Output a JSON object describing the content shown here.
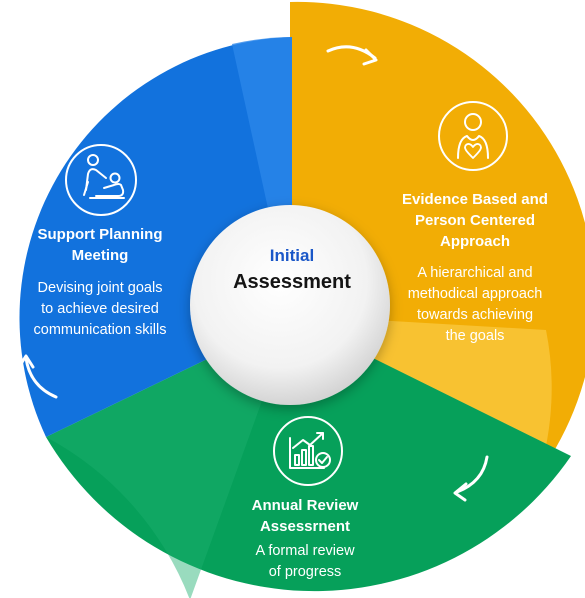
{
  "center": {
    "line1": "Initial",
    "line2": "Assessment"
  },
  "segments": [
    {
      "title": [
        "Evidence Based and",
        "Person Centered",
        "Approach"
      ],
      "description": [
        "A hierarchical and",
        "methodical approach",
        "towards achieving",
        "the goals"
      ],
      "color": "#f2ad05",
      "icon": "person-heart-icon"
    },
    {
      "title": [
        "Annual Review",
        "Assessrnent"
      ],
      "description": [
        "A formal review",
        "of progress"
      ],
      "color": "#06a05a",
      "icon": "chart-growth-check-icon"
    },
    {
      "title": [
        "Support Planning",
        "Meeting"
      ],
      "description": [
        "Devising joint goals",
        "to achieve desired",
        "communication skills"
      ],
      "color": "#1272dd",
      "icon": "support-people-icon"
    }
  ],
  "arrows": [
    "arrow-top-icon",
    "arrow-right-icon",
    "arrow-left-icon"
  ]
}
